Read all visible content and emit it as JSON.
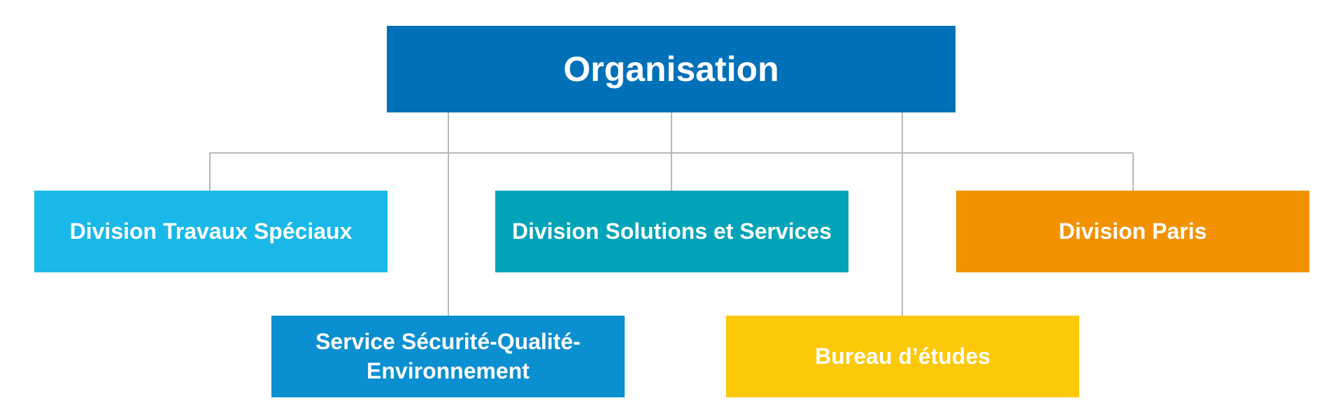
{
  "diagram": {
    "root": {
      "label": "Organisation",
      "color": "#0070b8"
    },
    "nodes": [
      {
        "id": "travaux",
        "label": "Division Travaux Spéciaux",
        "color": "#1ab8e8"
      },
      {
        "id": "solutions",
        "label": "Division Solutions et Services",
        "color": "#00a3b8"
      },
      {
        "id": "paris",
        "label": "Division Paris",
        "color": "#f39200"
      },
      {
        "id": "securite",
        "label": "Service Sécurité-Qualité-Environnement",
        "color": "#0a8fd0"
      },
      {
        "id": "bureau",
        "label": "Bureau d’études",
        "color": "#fcc80a"
      }
    ],
    "connector_color": "#b8b8b8"
  }
}
